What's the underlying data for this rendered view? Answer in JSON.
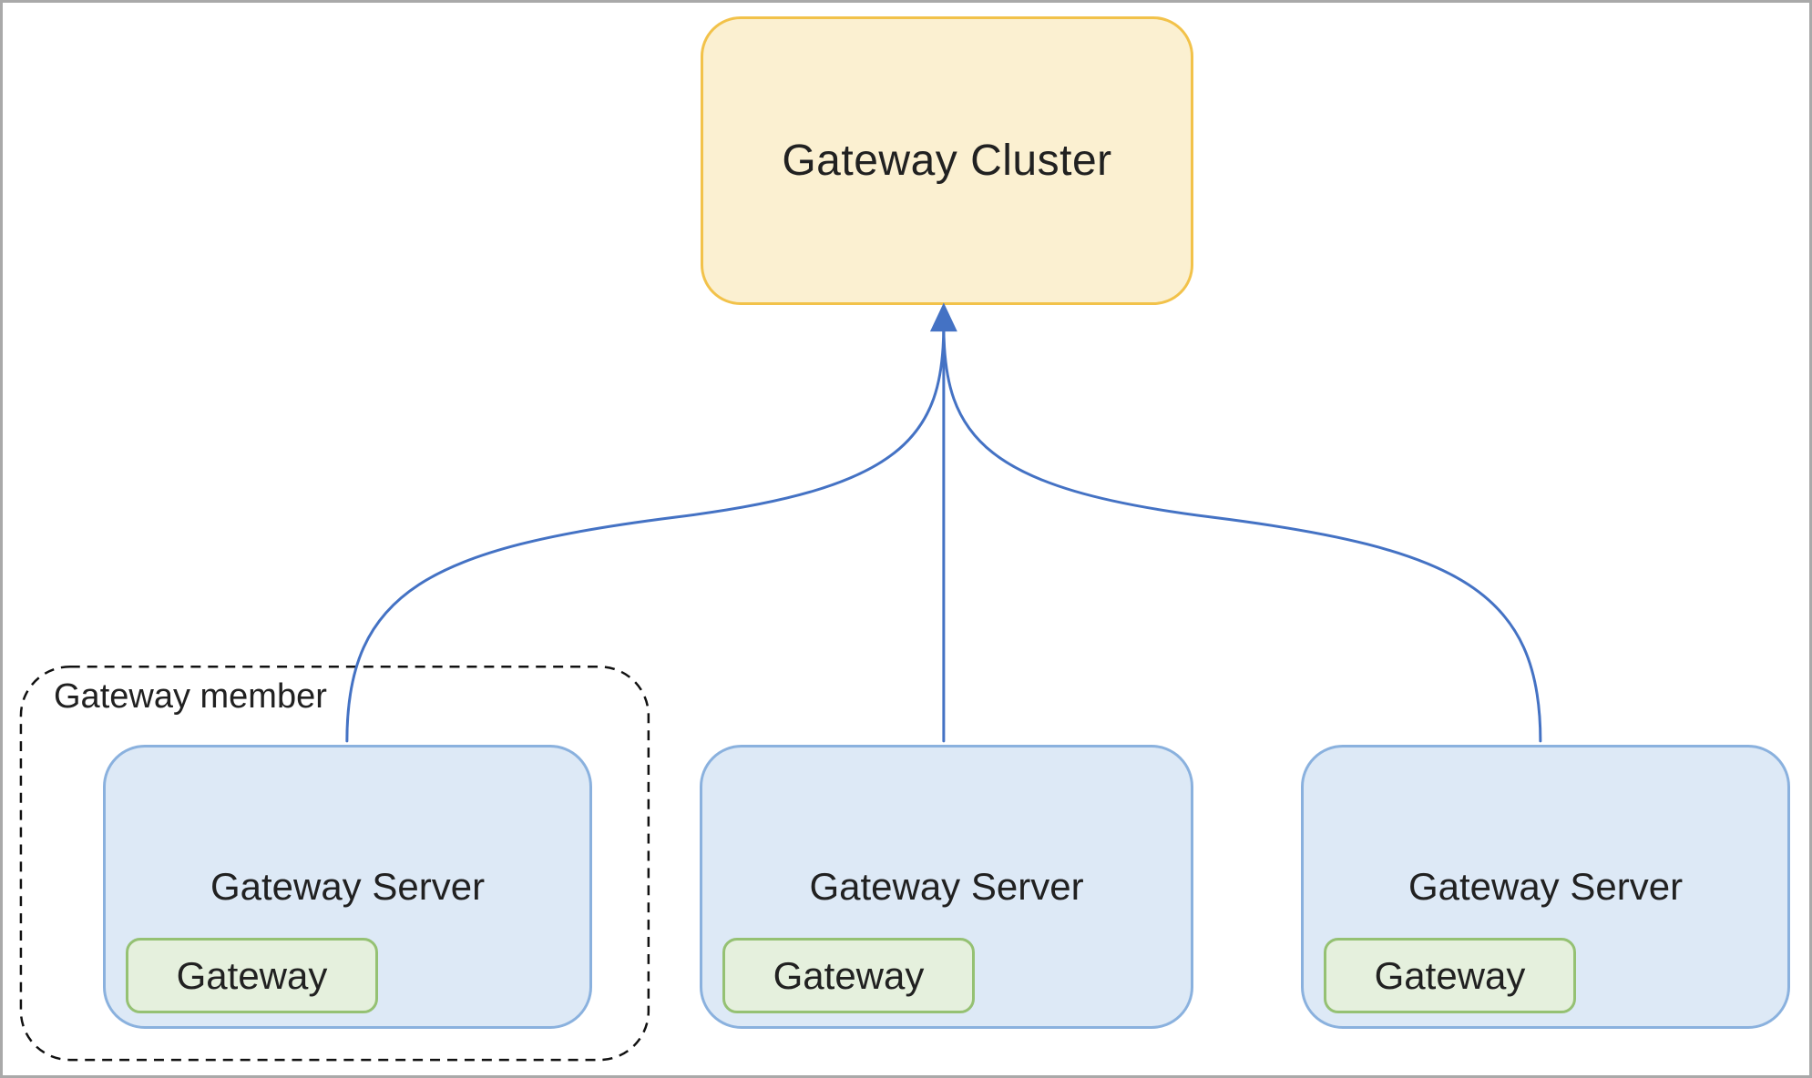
{
  "diagram": {
    "cluster": {
      "label": "Gateway Cluster"
    },
    "member_group": {
      "label": "Gateway member"
    },
    "servers": [
      {
        "label": "Gateway Server",
        "gateway": "Gateway"
      },
      {
        "label": "Gateway Server",
        "gateway": "Gateway"
      },
      {
        "label": "Gateway Server",
        "gateway": "Gateway"
      }
    ],
    "colors": {
      "cluster_fill": "#FBF0D1",
      "cluster_border": "#F2C24A",
      "server_fill": "#DDE9F6",
      "server_border": "#8AB1DE",
      "gateway_fill": "#E5F0DD",
      "gateway_border": "#95C173",
      "connector": "#4472C4",
      "group_border": "#111111",
      "frame_border": "#A9A9A9",
      "text": "#212121"
    }
  }
}
